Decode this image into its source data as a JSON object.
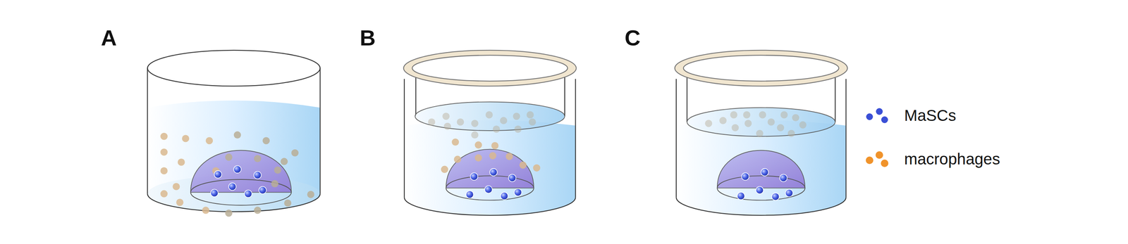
{
  "diagram": {
    "labels": [
      "A",
      "B",
      "C"
    ],
    "legend": [
      {
        "text": "MaSCs",
        "color": "#3a4fd6"
      },
      {
        "text": "macrophages",
        "color": "#f0932b"
      }
    ]
  }
}
